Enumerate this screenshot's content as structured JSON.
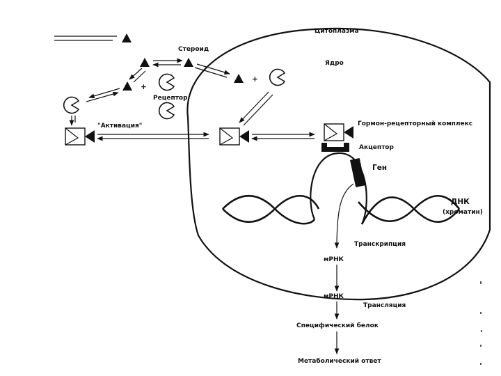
{
  "labels": {
    "cytoplasm": "Цитоплазма",
    "steroid": "Стероид",
    "nucleus": "Ядро",
    "receptor": "Рецептор",
    "activation": "\"Активация\"",
    "hormone_receptor_complex": "Гормон-рецепторный комплекс",
    "acceptor": "Акцептор",
    "gene": "Ген",
    "dna": "ДНК",
    "chromatin": "(хроматин)",
    "transcription": "Транскрипция",
    "mrna_nucleus": "мРНК",
    "mrna_cytoplasm": "мРНК",
    "translation": "Трансляция",
    "specific_protein": "Специфический белок",
    "metabolic_response": "Метаболический ответ"
  },
  "symbols": {
    "plus_left": "+",
    "plus_right": "+"
  },
  "icons": [
    "steroid-triangle-icon",
    "receptor-pacman-icon",
    "hormone-receptor-complex-icon"
  ]
}
